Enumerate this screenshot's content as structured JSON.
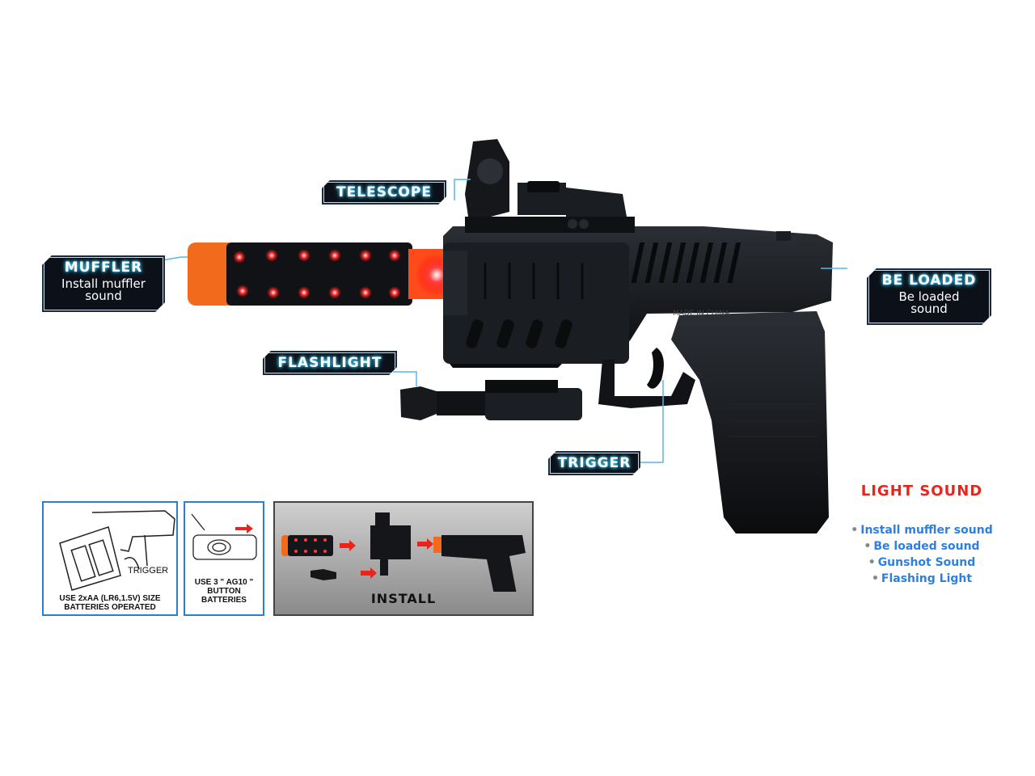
{
  "callouts": {
    "telescope": {
      "title": "TELESCOPE"
    },
    "muffler": {
      "title": "MUFFLER",
      "subtitle": "Install muffler sound"
    },
    "flashlight": {
      "title": "FLASHLIGHT"
    },
    "be_loaded": {
      "title": "BE LOADED",
      "subtitle": "Be loaded sound"
    },
    "trigger": {
      "title": "TRIGGER"
    }
  },
  "battery_box": {
    "trigger_label": "TRIGGER",
    "caption": "USE 2xAA (LR6,1.5V) SIZE BATTERIES OPERATED"
  },
  "button_box": {
    "caption": "USE 3 \" AG10 \" BUTTON BATTERIES"
  },
  "install_box": {
    "caption": "INSTALL"
  },
  "gun": {
    "imprint": "MADE IN CHINA"
  },
  "features": {
    "title": "LIGHT SOUND",
    "items": [
      "Install muffler sound",
      "Be loaded sound",
      "Gunshot Sound",
      "Flashing Light"
    ]
  },
  "colors": {
    "accent": "#3fd0ff",
    "muffler_orange": "#f26a1b",
    "led_red": "#ff2a2a",
    "feature_blue": "#2d7fe0",
    "feature_red": "#e8241b"
  }
}
